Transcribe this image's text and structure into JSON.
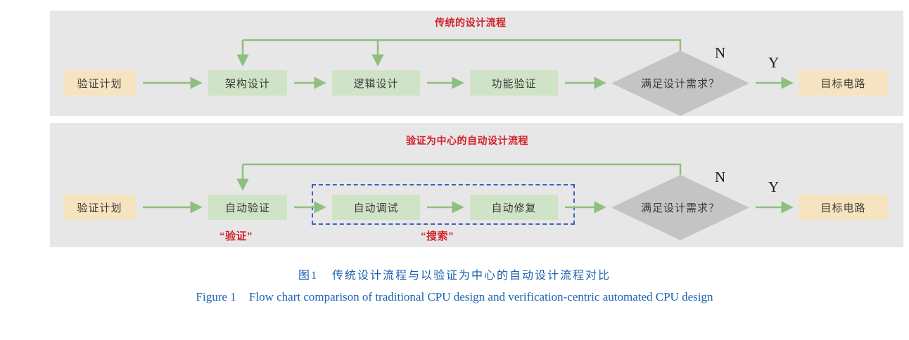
{
  "figure": {
    "caption_cn_label": "图1",
    "caption_cn_text": "传统设计流程与以验证为中心的自动设计流程对比",
    "caption_en_label": "Figure 1",
    "caption_en_text": "Flow chart comparison of traditional CPU design and verification-centric automated CPU design"
  },
  "colors": {
    "panel_bg": "#e7e7e7",
    "node_yellow": "#f6e3bf",
    "node_green": "#cfe4c6",
    "diamond_gray": "#c4c4c4",
    "arrow_green": "#8fbf7f",
    "red": "#d2232a",
    "dashed_blue": "#3a62c4",
    "caption_blue": "#1a62b0"
  },
  "row1": {
    "title": "传统的设计流程",
    "nodes": [
      {
        "id": "plan",
        "label": "验证计划",
        "kind": "yellow"
      },
      {
        "id": "arch",
        "label": "架构设计",
        "kind": "green"
      },
      {
        "id": "logic",
        "label": "逻辑设计",
        "kind": "green"
      },
      {
        "id": "funcverify",
        "label": "功能验证",
        "kind": "green"
      },
      {
        "id": "decision",
        "label": "满足设计需求？",
        "kind": "diamond"
      },
      {
        "id": "target",
        "label": "目标电路",
        "kind": "yellow"
      }
    ],
    "branch_no": "N",
    "branch_yes": "Y"
  },
  "row2": {
    "title": "验证为中心的自动设计流程",
    "nodes": [
      {
        "id": "plan",
        "label": "验证计划",
        "kind": "yellow"
      },
      {
        "id": "autoverify",
        "label": "自动验证",
        "kind": "green"
      },
      {
        "id": "autodebug",
        "label": "自动调试",
        "kind": "green"
      },
      {
        "id": "autofix",
        "label": "自动修复",
        "kind": "green"
      },
      {
        "id": "decision",
        "label": "满足设计需求？",
        "kind": "diamond"
      },
      {
        "id": "target",
        "label": "目标电路",
        "kind": "yellow"
      }
    ],
    "branch_no": "N",
    "branch_yes": "Y",
    "note_verify": "“验证”",
    "note_search": "“搜索”"
  }
}
